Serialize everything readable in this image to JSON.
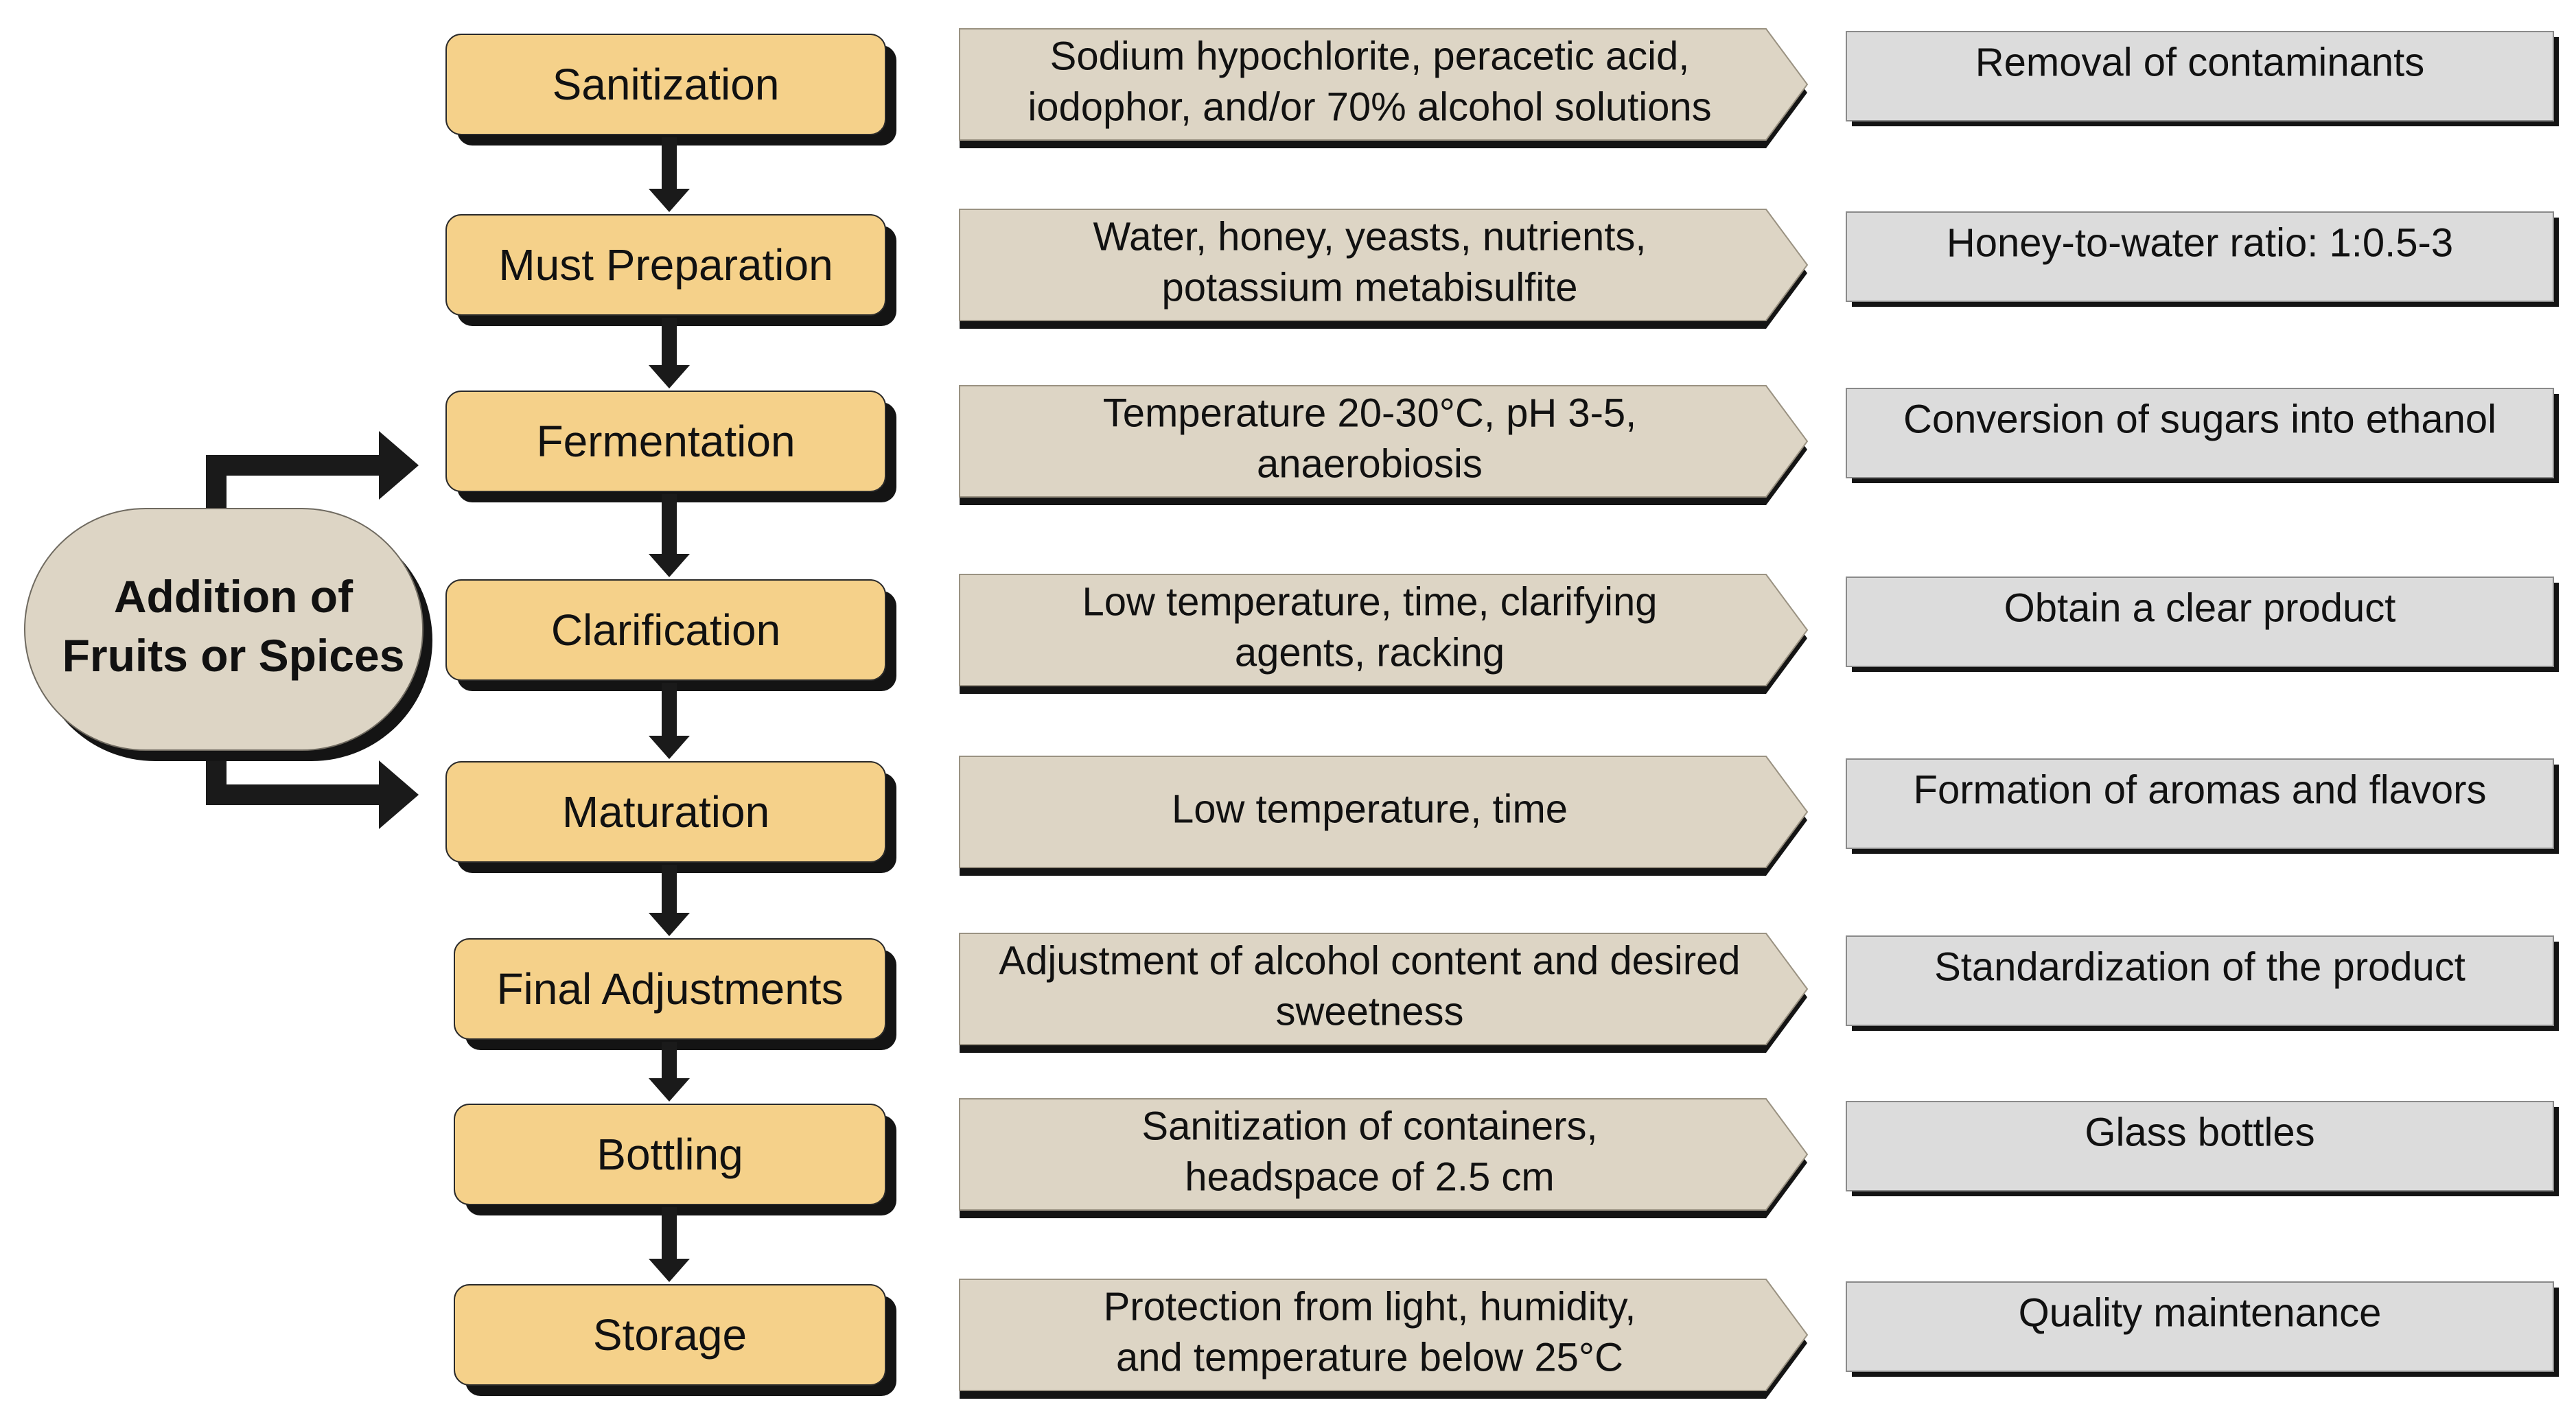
{
  "colors": {
    "step_fill": "#f5d18a",
    "condition_fill": "#ddd5c5",
    "purpose_fill": "#dcdcdc",
    "addition_fill": "#ddd5c5",
    "shadow": "#141414",
    "arrow": "#1a1a1a"
  },
  "icons": {
    "step_arrow": "arrow-down-icon",
    "addition_arrows": "arrow-right-icon"
  },
  "addition": {
    "lines": [
      "Addition of",
      "Fruits or Spices"
    ]
  },
  "steps": [
    {
      "label": "Sanitization",
      "conditions": [
        "Sodium hypochlorite, peracetic acid,",
        "iodophor, and/or 70% alcohol solutions"
      ],
      "purpose": "Removal of contaminants"
    },
    {
      "label": "Must Preparation",
      "conditions": [
        "Water, honey, yeasts, nutrients,",
        "potassium metabisulfite"
      ],
      "purpose": "Honey-to-water ratio: 1:0.5-3"
    },
    {
      "label": "Fermentation",
      "conditions": [
        "Temperature 20-30°C, pH 3-5,",
        "anaerobiosis"
      ],
      "purpose": "Conversion of sugars into ethanol"
    },
    {
      "label": "Clarification",
      "conditions": [
        "Low temperature, time, clarifying",
        "agents, racking"
      ],
      "purpose": "Obtain a clear product"
    },
    {
      "label": "Maturation",
      "conditions": [
        "Low temperature, time"
      ],
      "purpose": "Formation of aromas and flavors"
    },
    {
      "label": "Final Adjustments",
      "conditions": [
        "Adjustment of alcohol content and desired",
        "sweetness"
      ],
      "purpose": "Standardization of the product"
    },
    {
      "label": "Bottling",
      "conditions": [
        "Sanitization of containers,",
        "headspace of 2.5 cm"
      ],
      "purpose": "Glass bottles"
    },
    {
      "label": "Storage",
      "conditions": [
        "Protection from light, humidity,",
        "and temperature below 25°C"
      ],
      "purpose": "Quality maintenance"
    }
  ]
}
